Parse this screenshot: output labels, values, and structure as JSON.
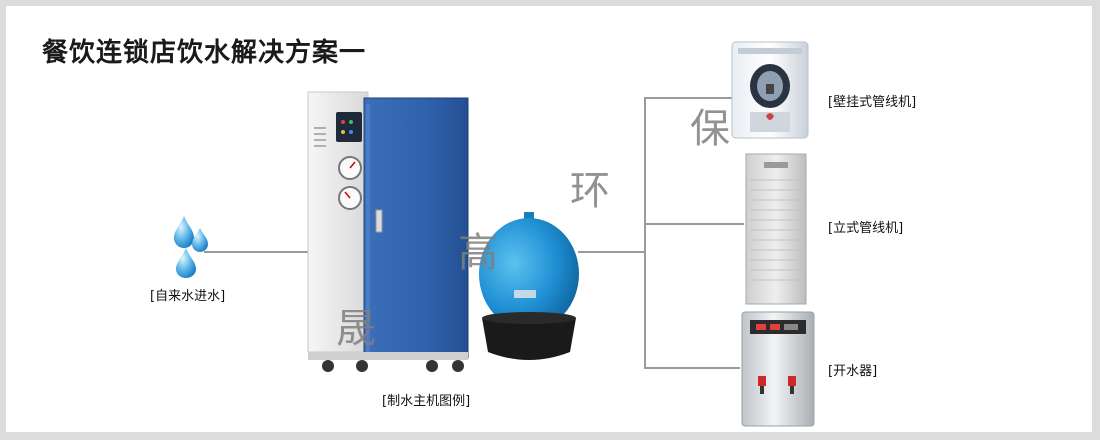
{
  "title": "餐饮连锁店饮水解决方案一",
  "labels": {
    "water_inlet": "[自来水进水]",
    "main_unit": "[制水主机图例]",
    "wall_dispenser": "[壁挂式管线机]",
    "standing_dispenser": "[立式管线机]",
    "water_boiler": "[开水器]"
  },
  "watermark": [
    "晟",
    "高",
    "环",
    "保"
  ]
}
